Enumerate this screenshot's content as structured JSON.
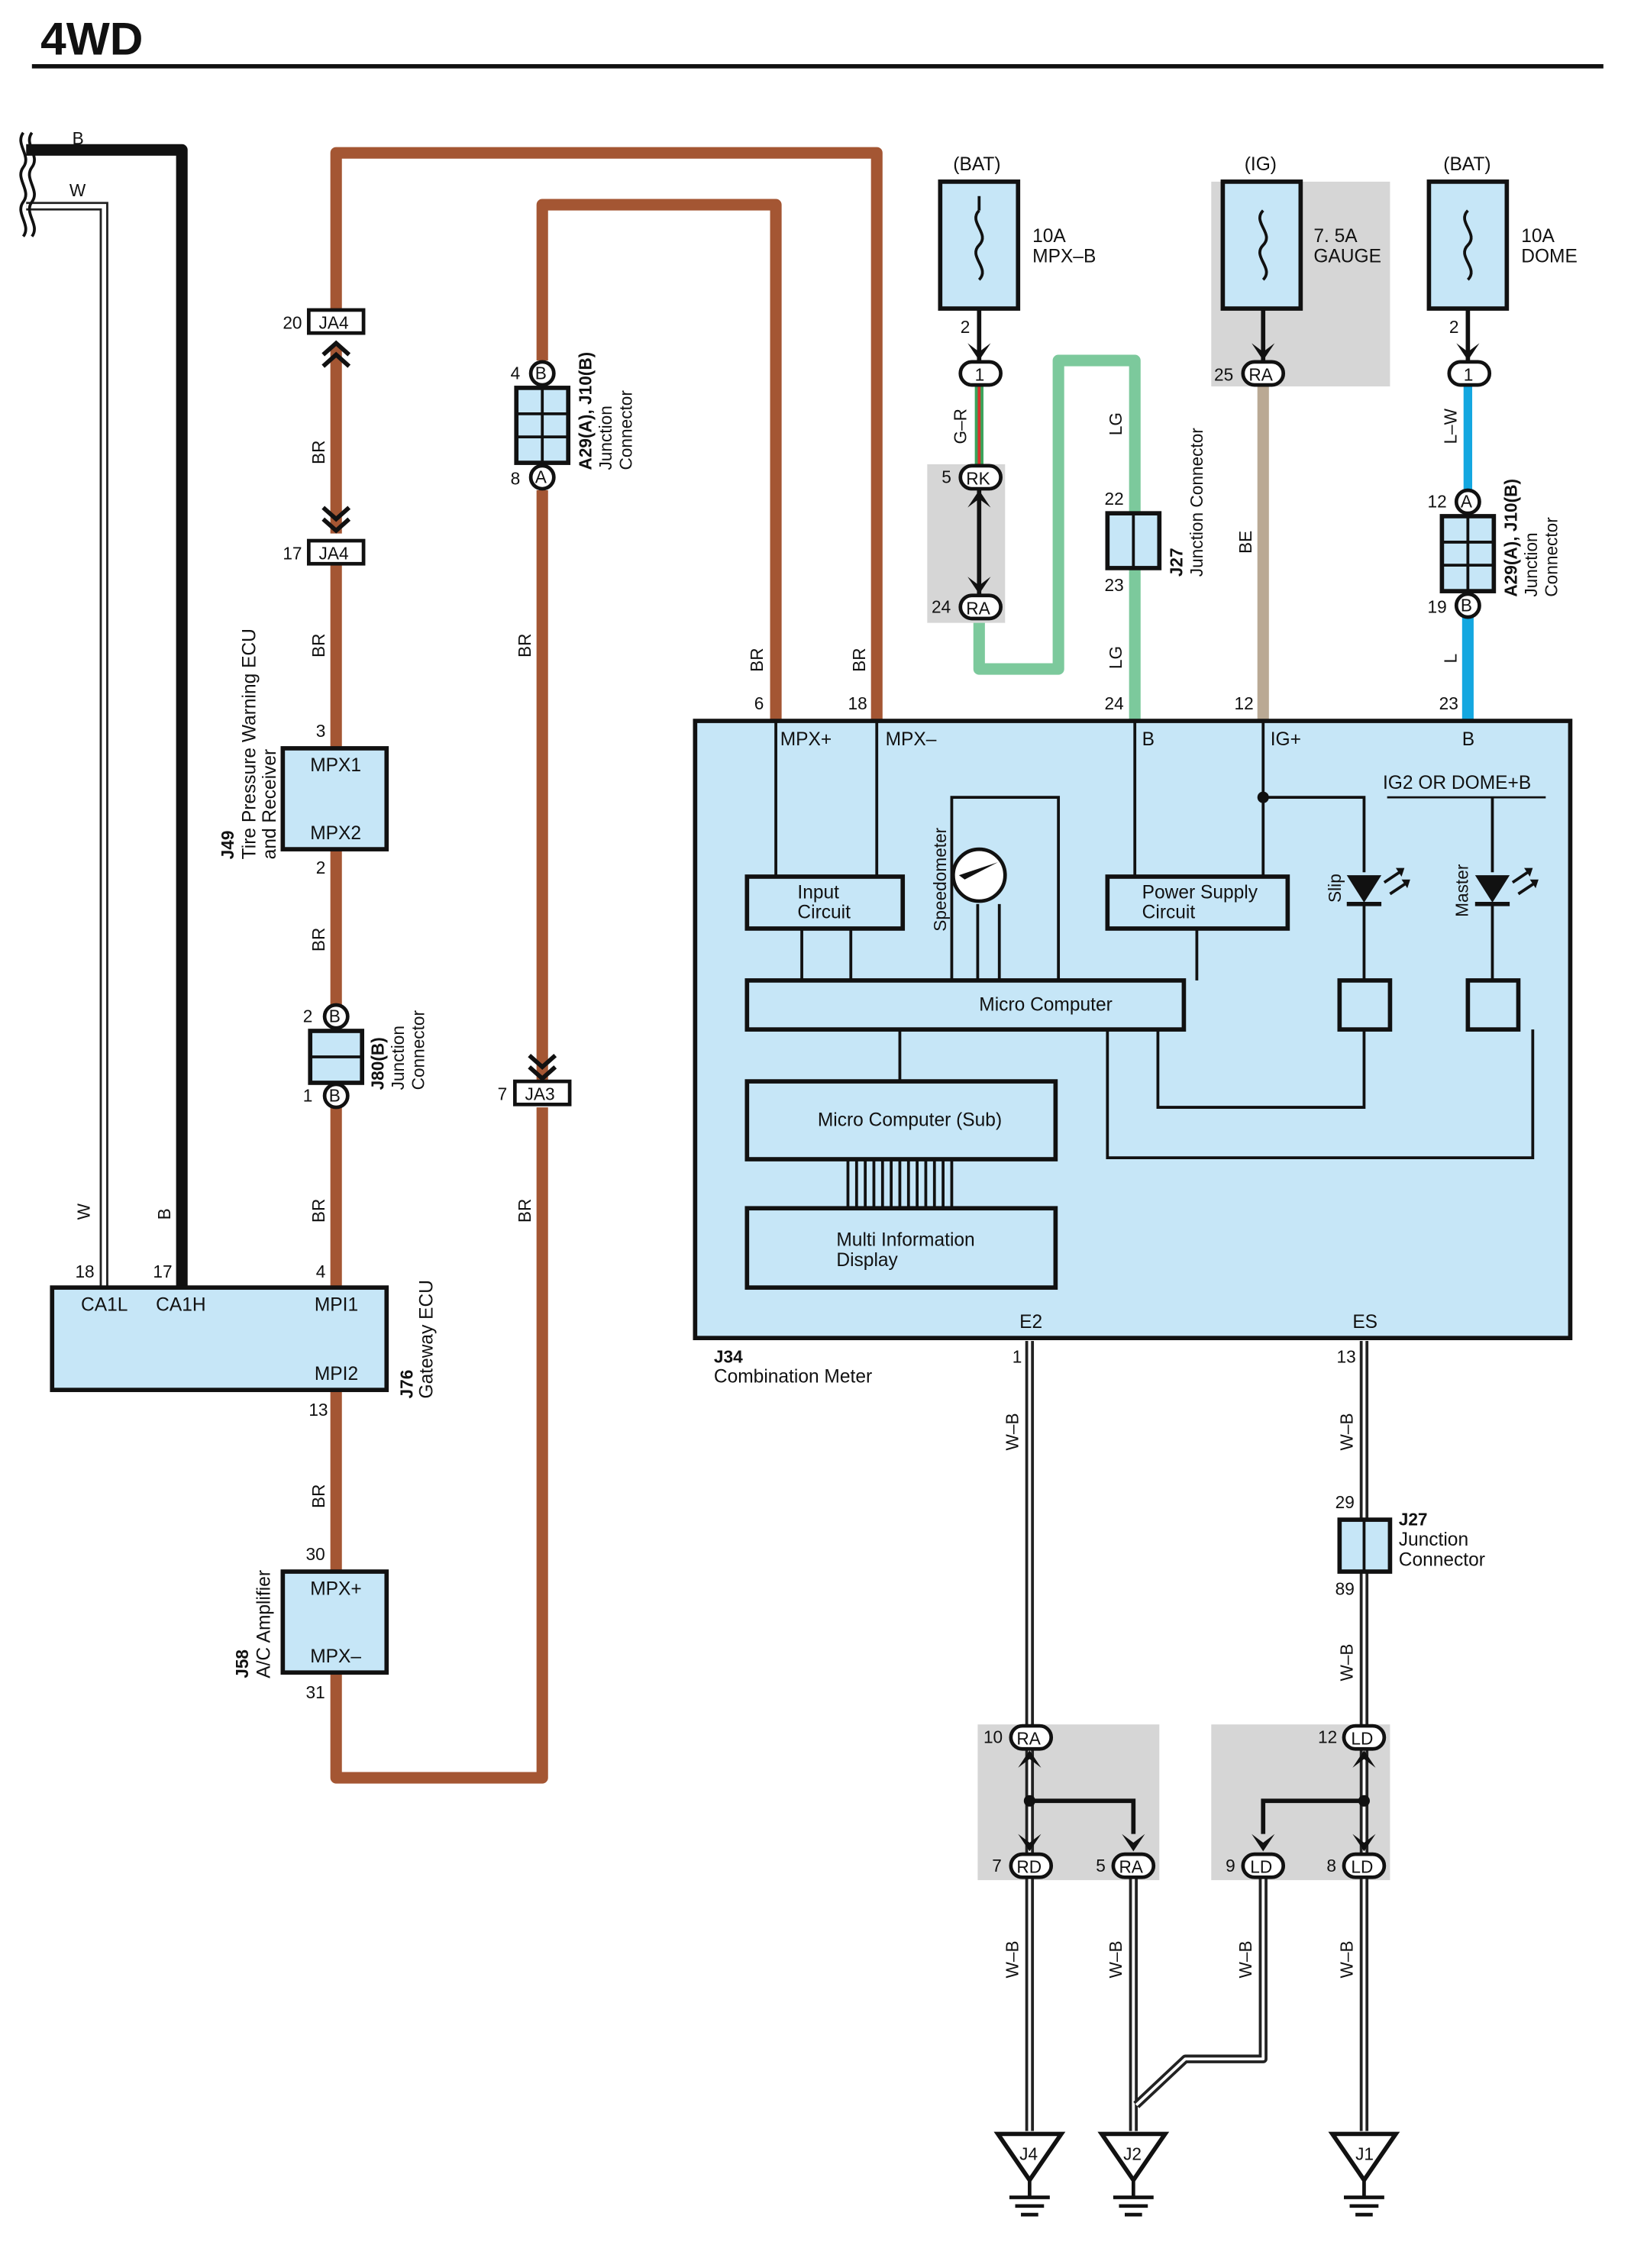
{
  "header": {
    "title": "4WD"
  },
  "colors": {
    "brown": "#a45633",
    "black": "#111111",
    "green": "#7cc99c",
    "beige": "#baa994",
    "blue": "#14a7e0",
    "box_fill": "#c6e6f7",
    "shade": "#d6d6d6"
  },
  "wires": {
    "b": "B",
    "w": "W",
    "br": "BR",
    "gr": "G–R",
    "lg": "LG",
    "be": "BE",
    "lw": "L–W",
    "l": "L",
    "wb": "W–B"
  },
  "fuses": [
    {
      "source": "(BAT)",
      "rating": "10A",
      "name": "MPX–B",
      "pin": "2",
      "conn": "1"
    },
    {
      "source": "(IG)",
      "rating": "7. 5A",
      "name": "GAUGE",
      "pin": "25",
      "conn": "RA"
    },
    {
      "source": "(BAT)",
      "rating": "10A",
      "name": "DOME",
      "pin": "2",
      "conn": "1"
    }
  ],
  "connectors": {
    "ja4": "JA4",
    "ja3": "JA3",
    "rk": "RK",
    "ra": "RA",
    "rd": "RD",
    "ld": "LD",
    "a": "A",
    "b": "B"
  },
  "components": {
    "j49": {
      "code": "J49",
      "name1": "Tire Pressure Warning ECU",
      "name2": "and Receiver",
      "t1": "MPX1",
      "t2": "MPX2"
    },
    "j76": {
      "code": "J76",
      "name": "Gateway ECU",
      "t1": "CA1L",
      "t2": "CA1H",
      "t3": "MPI1",
      "t4": "MPI2"
    },
    "j58": {
      "code": "J58",
      "name": "A/C Amplifier",
      "t1": "MPX+",
      "t2": "MPX–"
    },
    "a29_left": {
      "code": "A29(A), J10(B)",
      "name1": "Junction",
      "name2": "Connector"
    },
    "a29_right": {
      "code": "A29(A), J10(B)",
      "name1": "Junction",
      "name2": "Connector"
    },
    "j80": {
      "code": "J80(B)",
      "name1": "Junction",
      "name2": "Connector"
    },
    "j27_top": {
      "code": "J27",
      "name": "Junction Connector"
    },
    "j27_bottom": {
      "code": "J27",
      "name1": "Junction",
      "name2": "Connector"
    },
    "j34": {
      "code": "J34",
      "name": "Combination Meter",
      "t_mpxp": "MPX+",
      "t_mpxm": "MPX–",
      "t_b1": "B",
      "t_ig": "IG+",
      "t_b2": "B",
      "t_e2": "E2",
      "t_es": "ES",
      "ig2_dome": "IG2 OR DOME+B",
      "input1": "Input",
      "input2": "Circuit",
      "power1": "Power Supply",
      "power2": "Circuit",
      "speedometer": "Speedometer",
      "micro": "Micro Computer",
      "micro_sub": "Micro Computer (Sub)",
      "mid1": "Multi Information",
      "mid2": "Display",
      "slip": "Slip",
      "master": "Master"
    }
  },
  "pins": {
    "p20": "20",
    "p17": "17",
    "p3": "3",
    "p2": "2",
    "p1": "1",
    "p4": "4",
    "p13": "13",
    "p30": "30",
    "p31": "31",
    "p18": "18",
    "p8": "8",
    "p7": "7",
    "p6": "6",
    "p5": "5",
    "p24": "24",
    "p22": "22",
    "p23": "23",
    "p12": "12",
    "p19": "19",
    "p29": "29",
    "p89": "89",
    "p10": "10",
    "p9": "9"
  },
  "grounds": {
    "j4": "J4",
    "j2": "J2",
    "j1": "J1"
  }
}
